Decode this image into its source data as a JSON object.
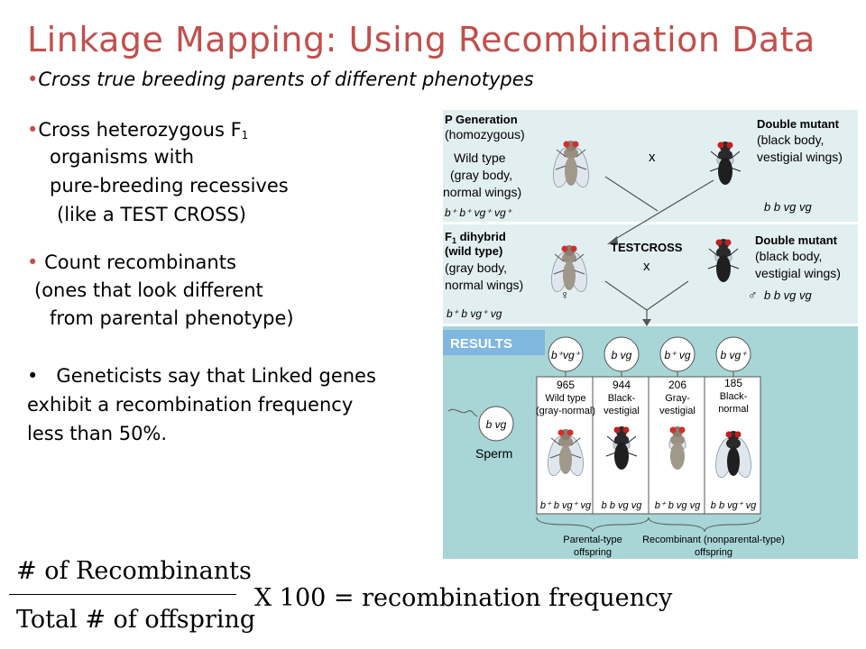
{
  "title": "Linkage Mapping: Using Recombination Data",
  "bullets": {
    "b1": "Cross true breeding parents of different phenotypes",
    "b2_l1": "Cross heterozygous F",
    "b2_l1_sub": "1",
    "b2_l2": "organisms with",
    "b2_l3": "pure-breeding recessives",
    "b2_l4": "(like a TEST CROSS)",
    "b3_l1": "Count recombinants",
    "b3_l2": "(ones that look different",
    "b3_l3": "from parental phenotype)",
    "b4_l1": "Geneticists say that Linked genes",
    "b4_l2": "exhibit a recombination frequency",
    "b4_l3": "less than 50%."
  },
  "figure": {
    "p_gen": "P Generation",
    "p_gen_sub": "(homozygous)",
    "wild_l1": "Wild type",
    "wild_l2": "(gray body,",
    "wild_l3": "normal wings)",
    "wild_geno": "b⁺ b⁺ vg⁺ vg⁺",
    "cross_x": "x",
    "dm_title": "Double mutant",
    "dm_l1": "(black body,",
    "dm_l2": "vestigial wings)",
    "dm_geno": "b b vg vg",
    "f1_label": "F",
    "f1_sub": "1",
    "f1_rest": " dihybrid",
    "f1_wild": "(wild type)",
    "f1_l1": "(gray body,",
    "f1_l2": "normal wings)",
    "f1_geno": "b⁺ b vg⁺ vg",
    "testcross": "TESTCROSS",
    "results": "RESULTS",
    "gametes": [
      "b⁺vg⁺",
      "b vg",
      "b⁺ vg",
      "b vg⁺"
    ],
    "sperm_geno": "b vg",
    "sperm": "Sperm",
    "counts": [
      "965",
      "944",
      "206",
      "185"
    ],
    "pheno_l1": [
      "Wild type",
      "Black-",
      "Gray-",
      "Black-"
    ],
    "pheno_l2": [
      "(gray-normal)",
      "vestigial",
      "vestigial",
      "normal"
    ],
    "offspring_geno": [
      "b⁺ b vg⁺ vg",
      "b b vg vg",
      "b⁺ b vg vg",
      "b b vg⁺ vg"
    ],
    "parental_l1": "Parental-type",
    "parental_l2": "offspring",
    "recomb_l1": "Recombinant (nonparental-type)",
    "recomb_l2": "offspring",
    "female": "♀",
    "male": "♂"
  },
  "formula": {
    "numerator": "# of Recombinants",
    "denominator": "Total # of offspring",
    "rest": "X 100 = recombination frequency"
  }
}
